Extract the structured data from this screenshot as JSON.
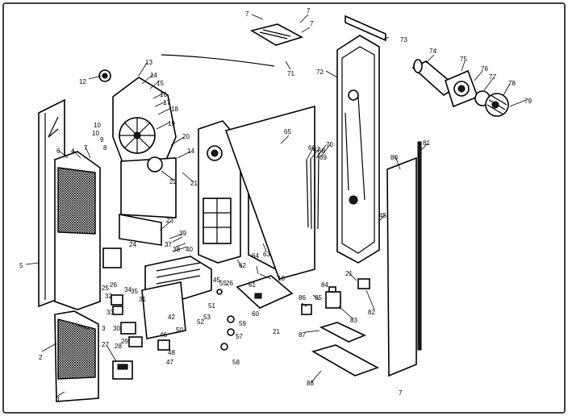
{
  "labels": {
    "l1": "1",
    "l2": "2",
    "l3": "3",
    "l4": "4",
    "l5": "5",
    "l6": "6",
    "l7": "7",
    "l8": "8",
    "l9": "9",
    "l10": "10",
    "l12": "12",
    "l13": "13",
    "l14": "14",
    "l15": "15",
    "l16": "16",
    "l17": "17",
    "l18": "18",
    "l19": "19",
    "l20": "20",
    "l21": "21",
    "l22": "22",
    "l23": "23",
    "l24": "24",
    "l25": "25",
    "l26": "26",
    "l27": "27",
    "l28": "28",
    "l29": "29",
    "l30": "30",
    "l31": "31",
    "l32": "32",
    "l33": "33",
    "l34": "34",
    "l35": "35",
    "l37": "37",
    "l38": "38",
    "l39": "39",
    "l40": "40",
    "l42": "42",
    "l45": "45",
    "l46": "46",
    "l47": "47",
    "l48": "48",
    "l50": "50",
    "l51": "51",
    "l52": "52",
    "l53": "53",
    "l55": "55",
    "l57": "57",
    "l58": "58",
    "l59": "59",
    "l60": "60",
    "l61": "61",
    "l62": "62",
    "l63": "63",
    "l64": "64",
    "l65": "65",
    "l66": "66",
    "l67": "67",
    "l68": "68",
    "l69": "69",
    "l70": "70",
    "l71": "71",
    "l72": "72",
    "l73": "73",
    "l74": "74",
    "l75": "75",
    "l76": "76",
    "l77": "77",
    "l78": "78",
    "l79": "79",
    "l80": "80",
    "l81": "81",
    "l82": "82",
    "l83": "83",
    "l84": "84",
    "l85": "85",
    "l86": "86",
    "l87": "87",
    "l88": "88"
  }
}
